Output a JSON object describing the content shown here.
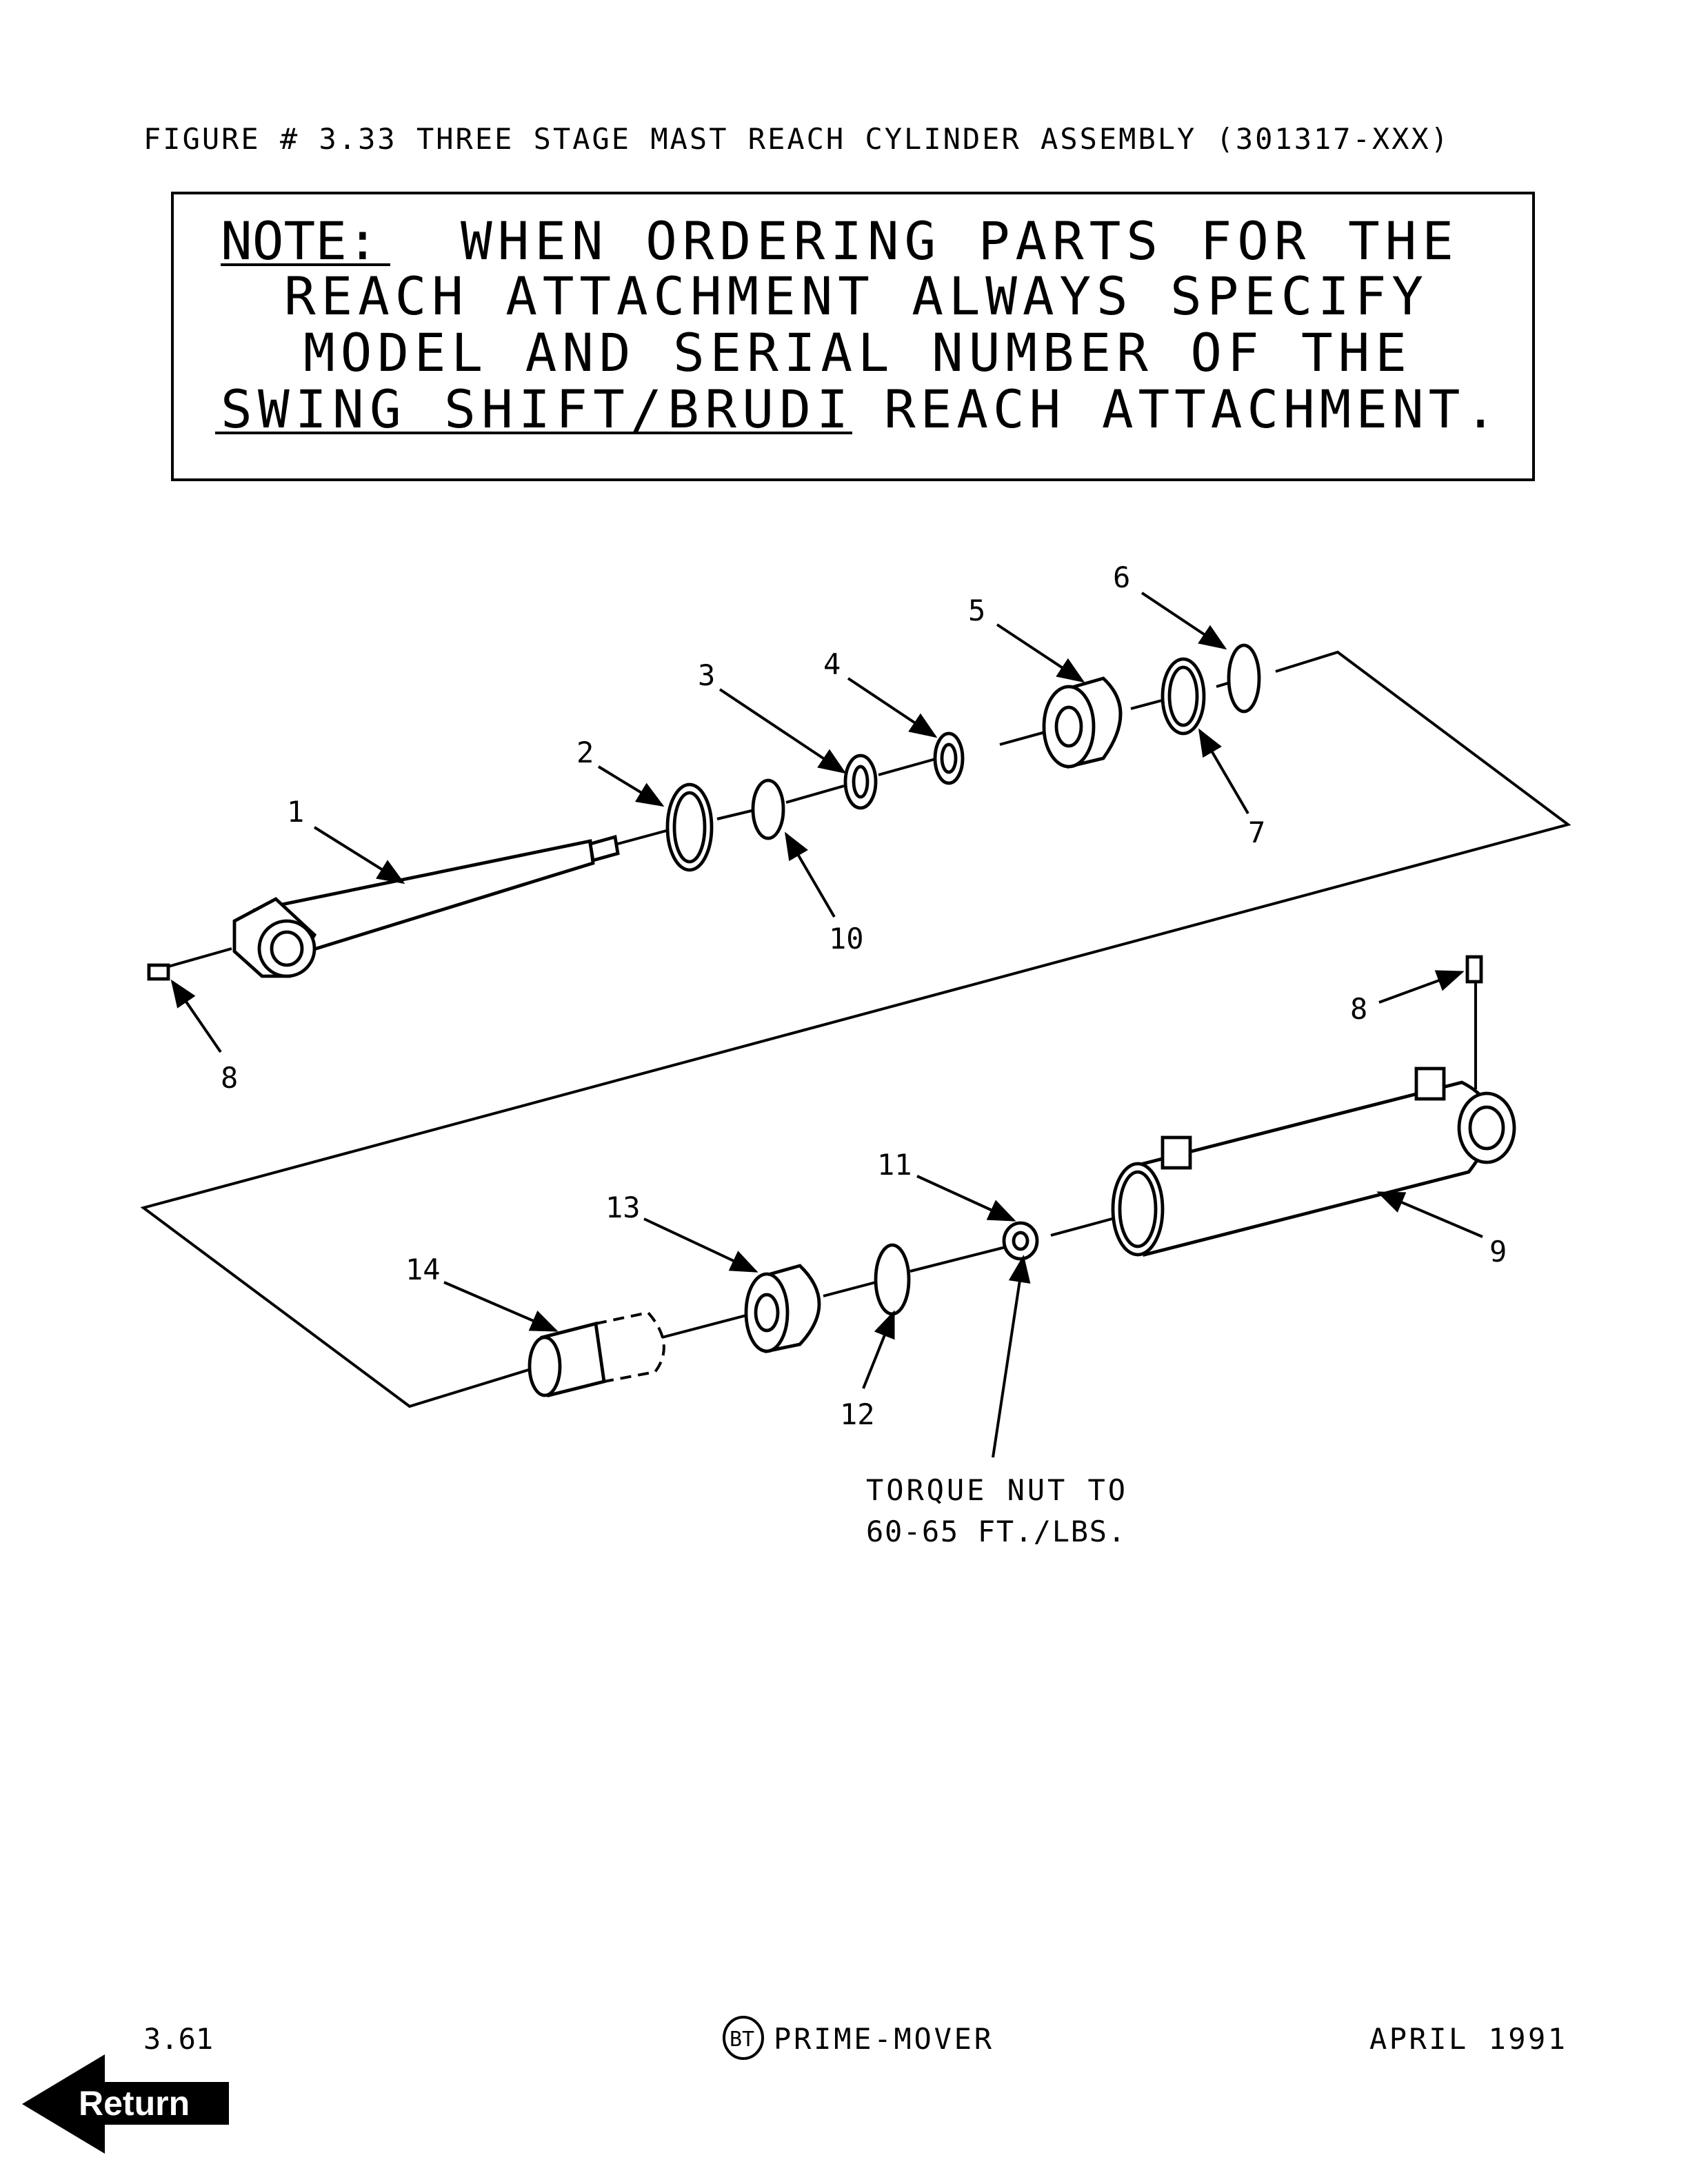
{
  "header": {
    "figure_title": "FIGURE # 3.33 THREE STAGE MAST REACH CYLINDER ASSEMBLY (301317-XXX)"
  },
  "note": {
    "label": "NOTE:",
    "line1": "WHEN ORDERING PARTS FOR THE",
    "line2": "REACH ATTACHMENT ALWAYS SPECIFY",
    "line3": "MODEL AND SERIAL NUMBER OF THE",
    "line4_underlined": "SWING SHIFT/BRUDI",
    "line4_rest": "REACH ATTACHMENT."
  },
  "callouts": [
    "1",
    "2",
    "3",
    "4",
    "5",
    "6",
    "7",
    "8",
    "8",
    "9",
    "10",
    "11",
    "12",
    "13",
    "14"
  ],
  "torque_note": {
    "line1": "TORQUE NUT TO",
    "line2": "60-65 FT./LBS."
  },
  "footer": {
    "page_number": "3.61",
    "logo_text": "BT",
    "brand": "PRIME-MOVER",
    "date": "APRIL 1991"
  },
  "nav": {
    "return_label": "Return"
  }
}
